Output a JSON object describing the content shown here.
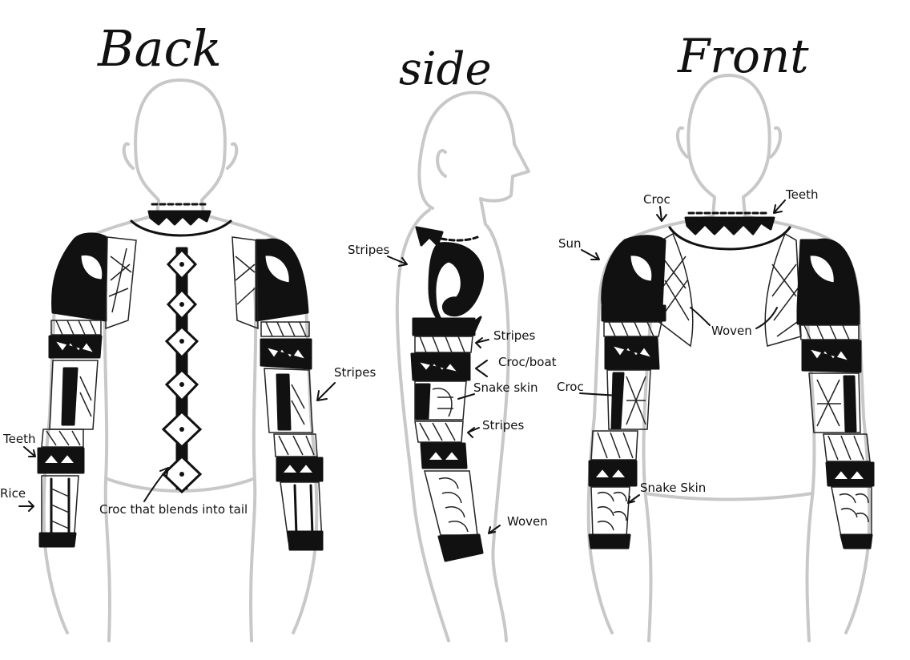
{
  "views": {
    "back": {
      "title": "Back"
    },
    "side": {
      "title": "side"
    },
    "front": {
      "title": "Front"
    }
  },
  "labels": {
    "back_stripes": "Stripes",
    "back_teeth": "Teeth",
    "back_rice": "Rice",
    "back_croc_tail": "Croc that blends into tail",
    "side_stripes_top": "Stripes",
    "side_stripes_mid": "Stripes",
    "side_croc_boat": "Croc/boat",
    "side_snake_skin": "Snake skin",
    "side_stripes_low": "Stripes",
    "side_woven": "Woven",
    "front_croc_top": "Croc",
    "front_teeth": "Teeth",
    "front_sun": "Sun",
    "front_woven": "Woven",
    "front_croc_arm": "Croc",
    "front_snake_skin": "Snake Skin"
  },
  "colors": {
    "ink": "#111111",
    "body_outline": "#c8c8c8",
    "background": "#ffffff"
  }
}
